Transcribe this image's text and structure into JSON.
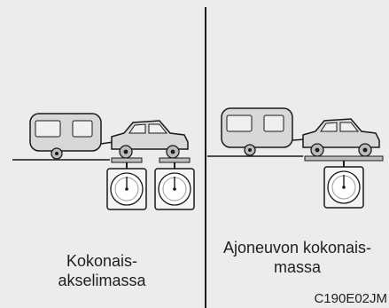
{
  "captions": {
    "axle_mass": [
      "Kokonais-",
      "akselimassa"
    ],
    "vehicle_mass": [
      "Ajoneuvon kokonais-",
      "massa"
    ]
  },
  "figure_code": "C190E02JM",
  "colors": {
    "background": "#ececec",
    "ink": "#1a1a1a",
    "vehicle_fill": "#d8d8d8",
    "scale_fill": "#f4f4f4"
  },
  "icons": [
    "caravan-trailer-icon",
    "car-icon",
    "weighing-scale-icon"
  ]
}
